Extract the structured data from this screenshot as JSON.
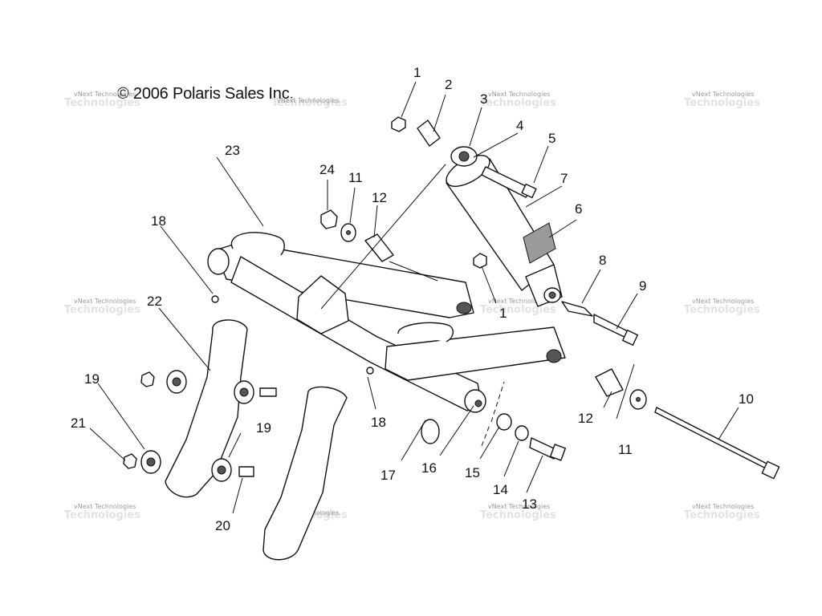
{
  "copyright": "© 2006 Polaris Sales Inc.",
  "watermark": {
    "line1": "vNext Technologies",
    "line2": "Technologies",
    "overlay": "vNext"
  },
  "callouts": {
    "c1a": "1",
    "c1b": "1",
    "c2": "2",
    "c3": "3",
    "c4": "4",
    "c5": "5",
    "c6": "6",
    "c7": "7",
    "c8": "8",
    "c9": "9",
    "c10": "10",
    "c11a": "11",
    "c11b": "11",
    "c12a": "12",
    "c12b": "12",
    "c13": "13",
    "c14": "14",
    "c15": "15",
    "c16": "16",
    "c17": "17",
    "c18a": "18",
    "c18b": "18",
    "c19a": "19",
    "c19b": "19",
    "c20": "20",
    "c21": "21",
    "c22": "22",
    "c23": "23",
    "c24": "24"
  }
}
